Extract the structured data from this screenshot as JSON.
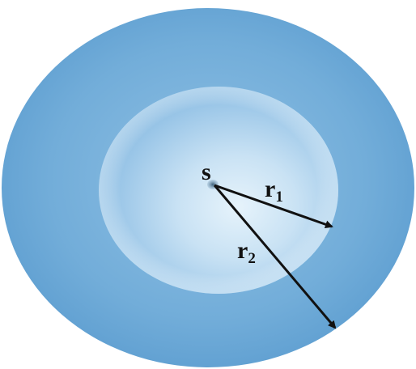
{
  "labels": {
    "source": "s",
    "r1_main": "r",
    "r1_sub": "1",
    "r2_main": "r",
    "r2_sub": "2"
  },
  "colors": {
    "outer_shell": "#6aa8d8",
    "outer_shell_edge": "#5b9bd0",
    "inner_shell": "#a7cdea",
    "inner_highlight": "#dfeffa",
    "source_dot": "#4a6f8a",
    "arrow": "#111111"
  }
}
